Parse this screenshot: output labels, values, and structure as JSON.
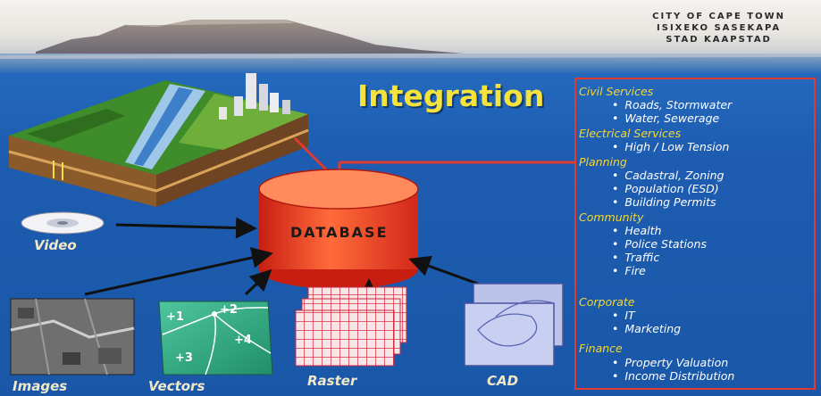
{
  "header": {
    "org_line1": "CITY OF CAPE TOWN",
    "org_line2": "ISIXEKO SASEKAPA",
    "org_line3": "STAD KAAPSTAD"
  },
  "title": "Integration",
  "database_label": "DATABASE",
  "sources": {
    "video": "Video",
    "images": "Images",
    "vectors": "Vectors",
    "raster": "Raster",
    "cad": "CAD"
  },
  "vector_labels": [
    "+1",
    "+2",
    "+3",
    "+4"
  ],
  "services": {
    "civil": {
      "label": "Civil Services",
      "items": [
        "Roads, Stormwater",
        "Water, Sewerage"
      ]
    },
    "electrical": {
      "label": "Electrical Services",
      "items": [
        "High / Low Tension"
      ]
    },
    "planning": {
      "label": "Planning",
      "items": [
        "Cadastral, Zoning",
        "Population (ESD)",
        "Building Permits"
      ]
    },
    "community": {
      "label": "Community",
      "items": [
        "Health",
        "Police Stations",
        "Traffic",
        "Fire"
      ]
    },
    "corporate": {
      "label": "Corporate",
      "items": [
        "IT",
        "Marketing"
      ]
    },
    "finance": {
      "label": "Finance",
      "items": [
        "Property Valuation",
        "Income Distribution"
      ]
    }
  },
  "colors": {
    "background": "#1d5fb0",
    "title": "#f5e23a",
    "category": "#f2d73a",
    "item": "#ffffff",
    "accent_red": "#e23a2f"
  }
}
